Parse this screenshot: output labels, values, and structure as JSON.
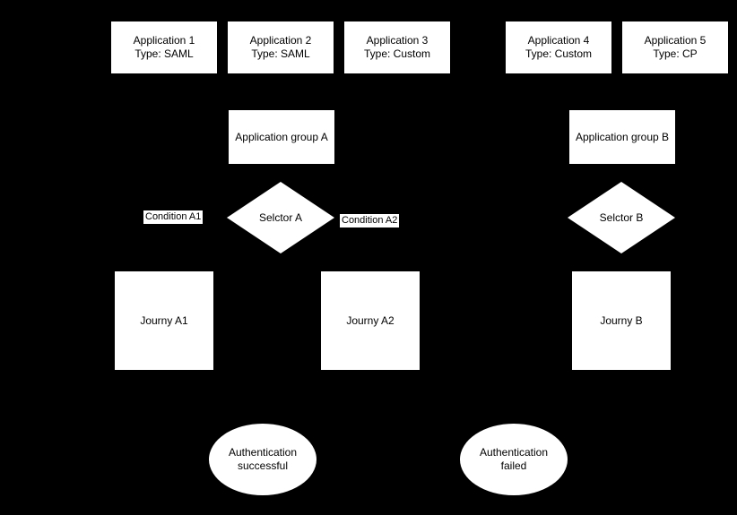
{
  "canvas": {
    "background": "#000000",
    "node_fill": "#ffffff",
    "text_color": "#000000"
  },
  "applications": [
    {
      "name": "Application 1",
      "type": "Type: SAML"
    },
    {
      "name": "Application 2",
      "type": "Type: SAML"
    },
    {
      "name": "Application 3",
      "type": "Type: Custom"
    },
    {
      "name": "Application 4",
      "type": "Type: Custom"
    },
    {
      "name": "Application 5",
      "type": "Type: CP"
    }
  ],
  "groups": [
    {
      "label": "Application group A"
    },
    {
      "label": "Application group B"
    }
  ],
  "selectors": [
    {
      "label": "Selctor A"
    },
    {
      "label": "Selctor B"
    }
  ],
  "condition_labels": [
    {
      "label": "Condition A1"
    },
    {
      "label": "Condition A2"
    }
  ],
  "journeys": [
    {
      "label": "Journy A1"
    },
    {
      "label": "Journy A2"
    },
    {
      "label": "Journy B"
    }
  ],
  "outcomes": [
    {
      "line1": "Authentication",
      "line2": "successful"
    },
    {
      "line1": "Authentication",
      "line2": "failed"
    }
  ]
}
